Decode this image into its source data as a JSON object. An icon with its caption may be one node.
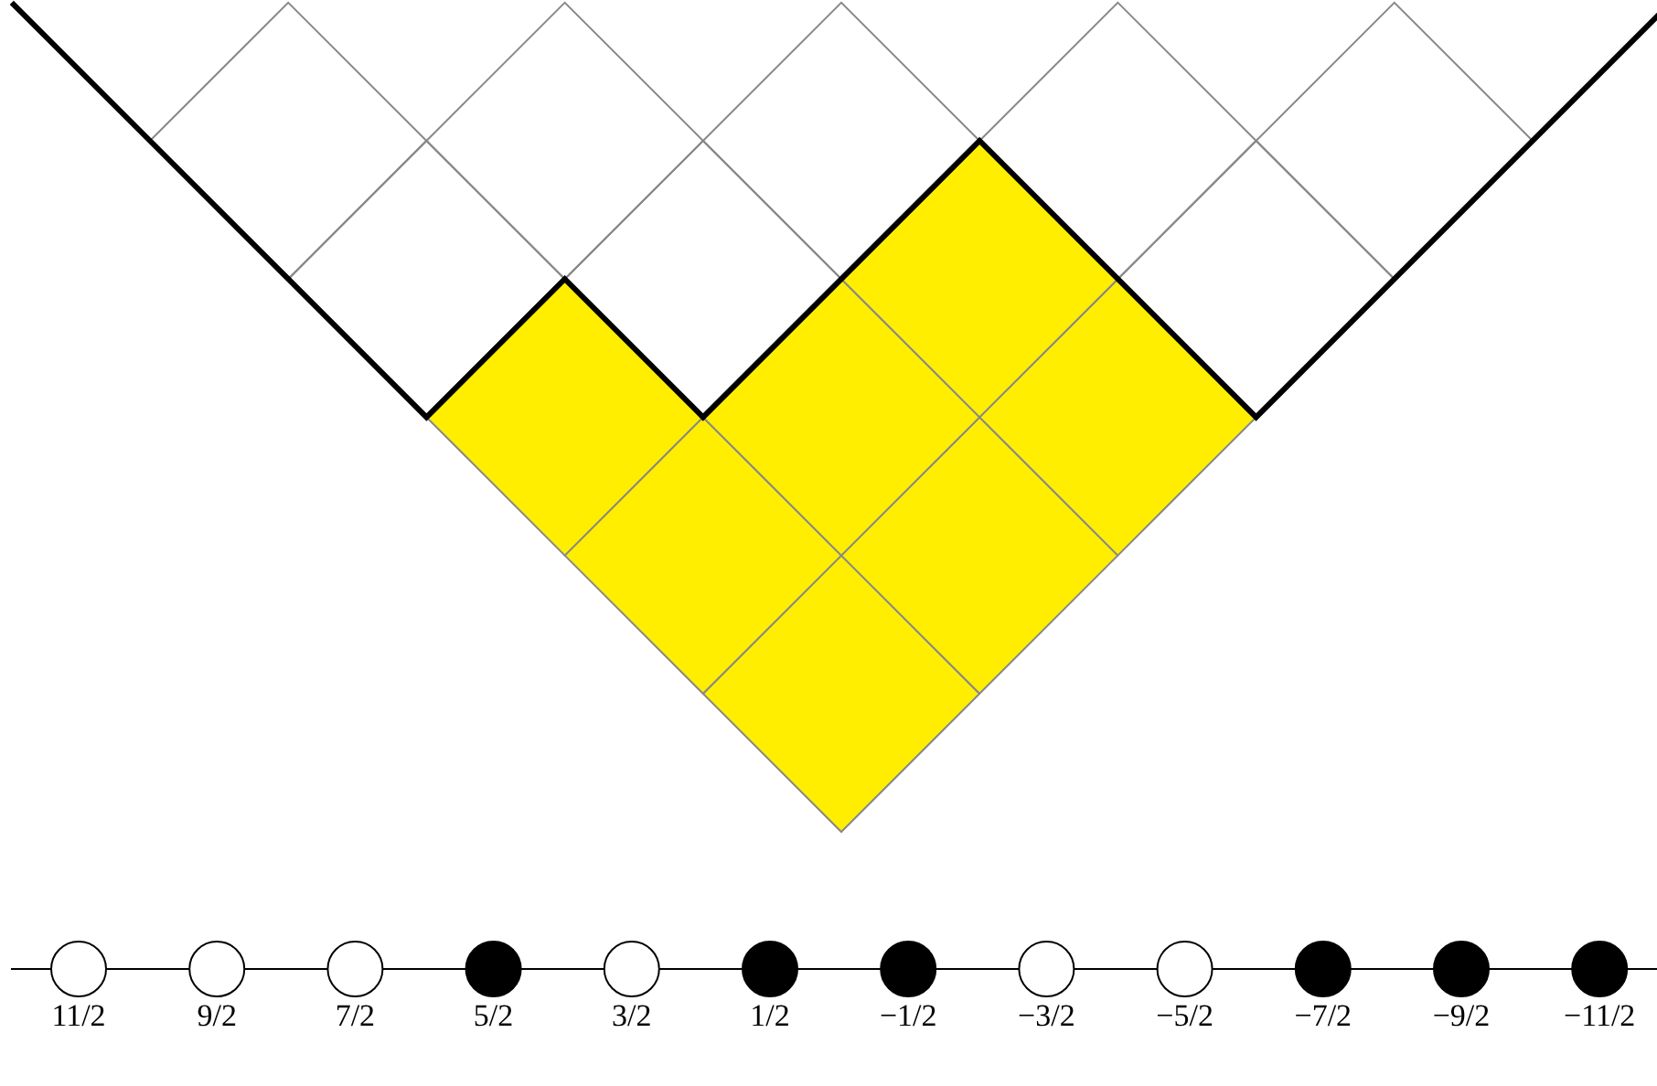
{
  "diagram": {
    "labels": [
      "11/2",
      "9/2",
      "7/2",
      "5/2",
      "3/2",
      "1/2",
      "−1/2",
      "−3/2",
      "−5/2",
      "−7/2",
      "−9/2",
      "−11/2"
    ]
  }
}
